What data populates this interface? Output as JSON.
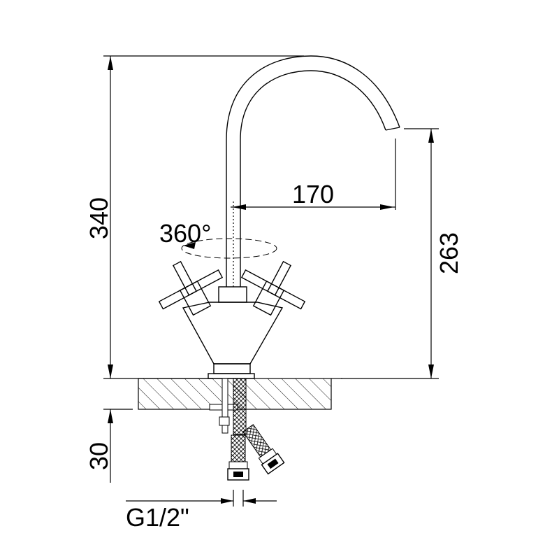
{
  "drawing": {
    "dimensions": {
      "total_height": "340",
      "spout_reach": "170",
      "spout_height": "263",
      "below_deck": "30",
      "rotation": "360°",
      "thread": "G1/2\""
    }
  }
}
